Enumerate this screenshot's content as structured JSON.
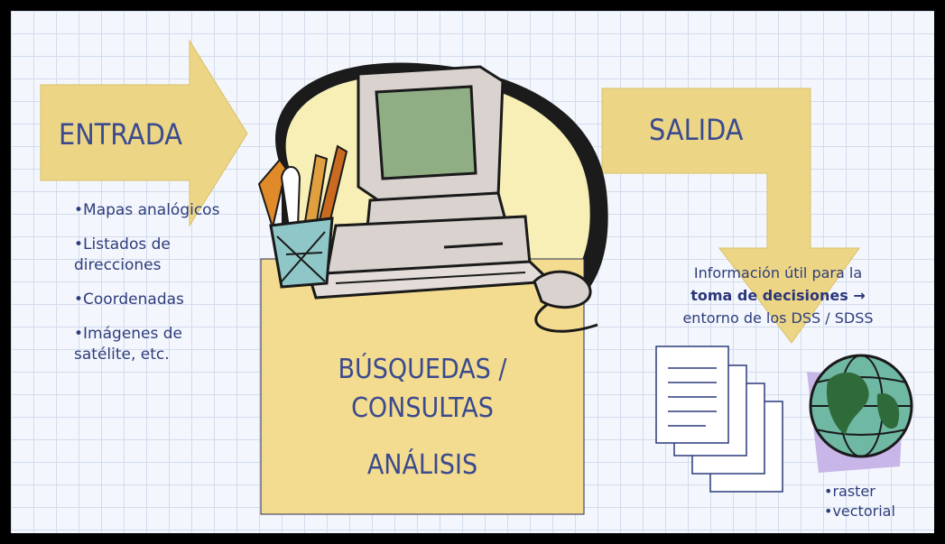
{
  "input": {
    "title": "ENTRADA",
    "items": [
      "Mapas analógicos",
      "Listados de direcciones",
      "Coordenadas",
      "Imágenes de satélite, etc."
    ]
  },
  "process": {
    "line1": "BÚSQUEDAS /",
    "line2": "CONSULTAS",
    "line3": "ANÁLISIS"
  },
  "output": {
    "title": "SALIDA",
    "info_prefix": "Información útil para la",
    "info_bold": "toma de decisiones →",
    "info_suffix": "entorno de los DSS / SDSS",
    "formats": [
      "raster",
      "vectorial"
    ]
  },
  "colors": {
    "arrow": "#ecd686",
    "box": "#f3dc8f",
    "blob_dark": "#1b1b1b",
    "blob_light": "#f7efb6",
    "text": "#2e3d7c"
  },
  "icons": [
    "computer-icon",
    "pencil-cup-icon",
    "document-stack-icon",
    "globe-icon"
  ]
}
